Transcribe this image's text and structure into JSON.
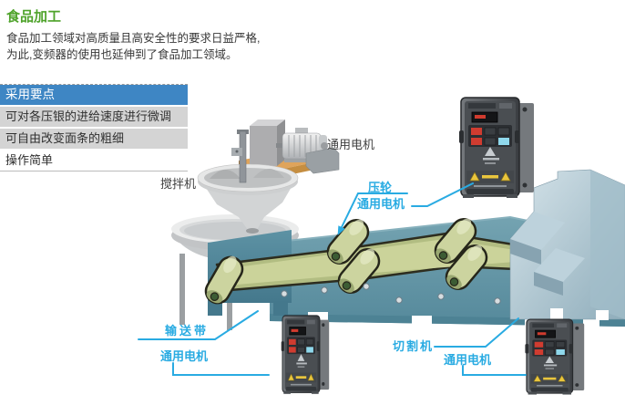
{
  "page": {
    "title": "食品加工",
    "intro_line1": "食品加工领域对高质量且高安全性的要求日益严格,",
    "intro_line2": "为此,变频器的使用也延伸到了食品加工领域。"
  },
  "points_table": {
    "header": "采用要点",
    "rows": [
      "可对各压银的进给速度进行微调",
      "可自由改变面条的粗细",
      "操作简单"
    ]
  },
  "diagram": {
    "labels": {
      "mixer": "搅拌机",
      "motor_top": "通用电机",
      "pressure_roller": "压轮",
      "motor_mid": "通用电机",
      "conveyor_belt": "输送带",
      "motor_bottom_left": "通用电机",
      "cutter": "切割机",
      "motor_bottom_right": "通用电机"
    }
  },
  "colors": {
    "accent_cyan": "#29ABE2",
    "title_green": "#4FA32B",
    "table_header_blue": "#3E86C4"
  }
}
